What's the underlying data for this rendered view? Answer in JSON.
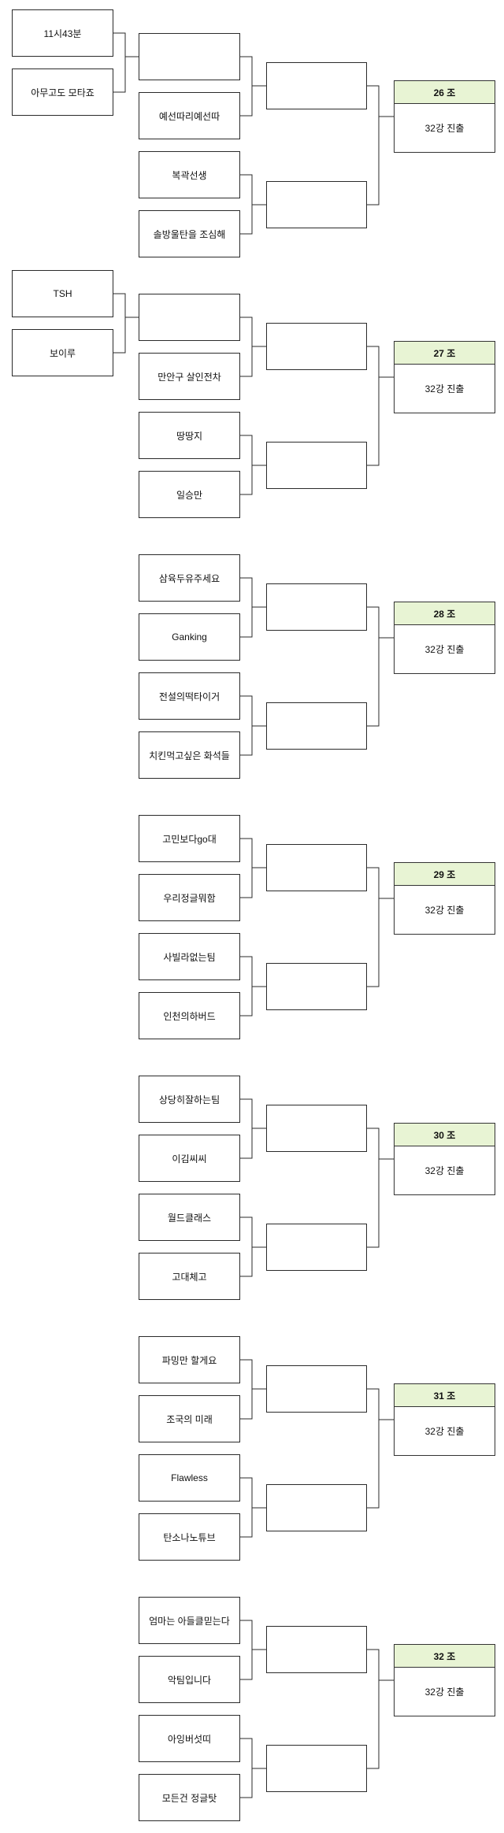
{
  "groups": [
    {
      "prelim": [
        "11시43분",
        "아무고도 모타죠"
      ],
      "teams": [
        "",
        "예선따리예선따",
        "복곽선생",
        "솔방울탄을 조심해"
      ],
      "group_label": "26 조",
      "result": "32강 진출"
    },
    {
      "prelim": [
        "TSH",
        "보이루"
      ],
      "teams": [
        "",
        "만안구 살인전차",
        "땅땅지",
        "일승만"
      ],
      "group_label": "27 조",
      "result": "32강 진출"
    },
    {
      "teams": [
        "삼육두유주세요",
        "Ganking",
        "전설의떡타이거",
        "치킨먹고싶은 화석들"
      ],
      "group_label": "28 조",
      "result": "32강 진출"
    },
    {
      "teams": [
        "고민보다go대",
        "우리정글뭐함",
        "사빌라없는팀",
        "인천의하버드"
      ],
      "group_label": "29 조",
      "result": "32강 진출"
    },
    {
      "teams": [
        "상당히잘하는팀",
        "이김씨씨",
        "월드클래스",
        "고대체고"
      ],
      "group_label": "30 조",
      "result": "32강 진출"
    },
    {
      "teams": [
        "파밍만 할게요",
        "조국의 미래",
        "Flawless",
        "탄소나노튜브"
      ],
      "group_label": "31 조",
      "result": "32강 진출"
    },
    {
      "teams": [
        "엄마는 아들클믿는다",
        "악팀입니다",
        "아잉버섯띠",
        "모든건 정글탓"
      ],
      "group_label": "32 조",
      "result": "32강 진출"
    }
  ]
}
